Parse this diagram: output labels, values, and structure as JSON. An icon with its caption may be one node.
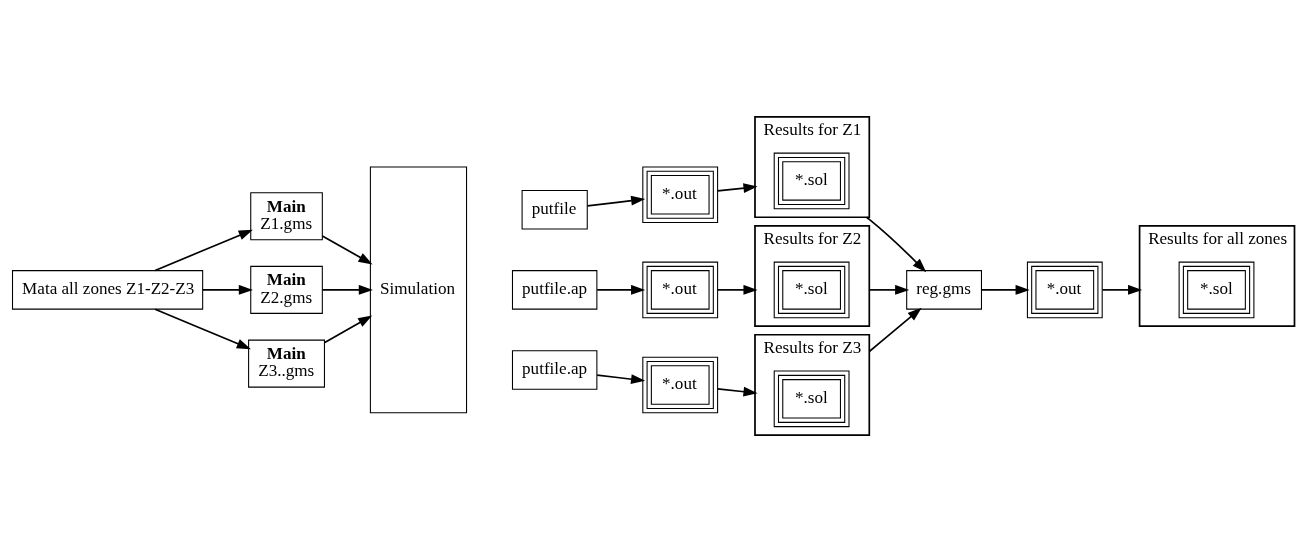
{
  "diagram": {
    "nodes": [
      {
        "text": [
          "Mata all zones Z1-Z2-Z3"
        ]
      },
      {
        "text": [
          "Main",
          "Z1.gms"
        ]
      },
      {
        "text": [
          "Main",
          "Z2.gms"
        ]
      },
      {
        "text": [
          "Main",
          "Z3..gms"
        ]
      },
      {
        "text": [
          "Simulation"
        ]
      },
      {
        "text": [
          "putfile"
        ]
      },
      {
        "text": [
          "putfile.ap"
        ]
      },
      {
        "text": [
          "putfile.ap"
        ]
      },
      {
        "text": [
          "*.out"
        ]
      },
      {
        "text": [
          "*.out"
        ]
      },
      {
        "text": [
          "*.out"
        ]
      },
      {
        "text": [
          "Results for Z1"
        ]
      },
      {
        "text": [
          "*.sol"
        ],
        "in": 11
      },
      {
        "text": [
          "Results for Z2"
        ]
      },
      {
        "text": [
          "*.sol"
        ],
        "in": 13
      },
      {
        "text": [
          "Results for Z3"
        ]
      },
      {
        "text": [
          "*.sol"
        ],
        "in": 15
      },
      {
        "text": [
          "reg.gms"
        ]
      },
      {
        "text": [
          "*.out"
        ]
      },
      {
        "text": [
          "Results for all zones"
        ]
      },
      {
        "text": [
          "*.sol"
        ],
        "in": 19
      }
    ],
    "edges": [
      {
        "from": 0,
        "to": 1,
        "arrow": "to"
      },
      {
        "from": 0,
        "to": 2,
        "arrow": "to"
      },
      {
        "from": 0,
        "to": 3,
        "arrow": "to"
      },
      {
        "from": 1,
        "to": 4,
        "arrow": "to"
      },
      {
        "from": 2,
        "to": 4,
        "arrow": "to"
      },
      {
        "from": 3,
        "to": 4,
        "arrow": "to"
      },
      {
        "from": 5,
        "to": 8,
        "arrow": "to"
      },
      {
        "from": 6,
        "to": 9,
        "arrow": "to"
      },
      {
        "from": 7,
        "to": 10,
        "arrow": "to"
      },
      {
        "from": 8,
        "to": 11,
        "arrow": "to"
      },
      {
        "from": 9,
        "to": 13,
        "arrow": "to"
      },
      {
        "from": 10,
        "to": 15,
        "arrow": "to"
      },
      {
        "from": 11,
        "to": 17,
        "arrow": "to"
      },
      {
        "from": 13,
        "to": 17,
        "arrow": "to"
      },
      {
        "from": 15,
        "to": 17,
        "arrow": "to"
      },
      {
        "from": 17,
        "to": 18,
        "arrow": "to"
      },
      {
        "from": 18,
        "to": 19,
        "arrow": "to"
      }
    ]
  }
}
